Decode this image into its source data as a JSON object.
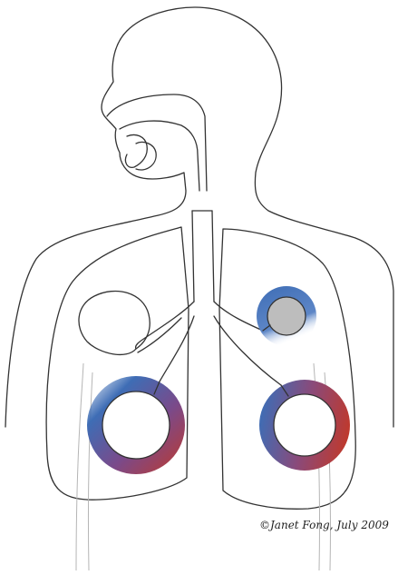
{
  "credit": {
    "text": "©Janet Fong, July 2009"
  },
  "colors": {
    "outline": "#333333",
    "faint_outline": "#b5b5b5",
    "oxygenated": "#c0392b",
    "deoxygenated": "#3e6db5",
    "alveolus_fill_dark": "#bdbdbd"
  },
  "icons": {
    "head": "head-silhouette",
    "airway": "trachea-bronchi",
    "lungs": "lung-pair",
    "alveoli": "alveolus-sac"
  }
}
